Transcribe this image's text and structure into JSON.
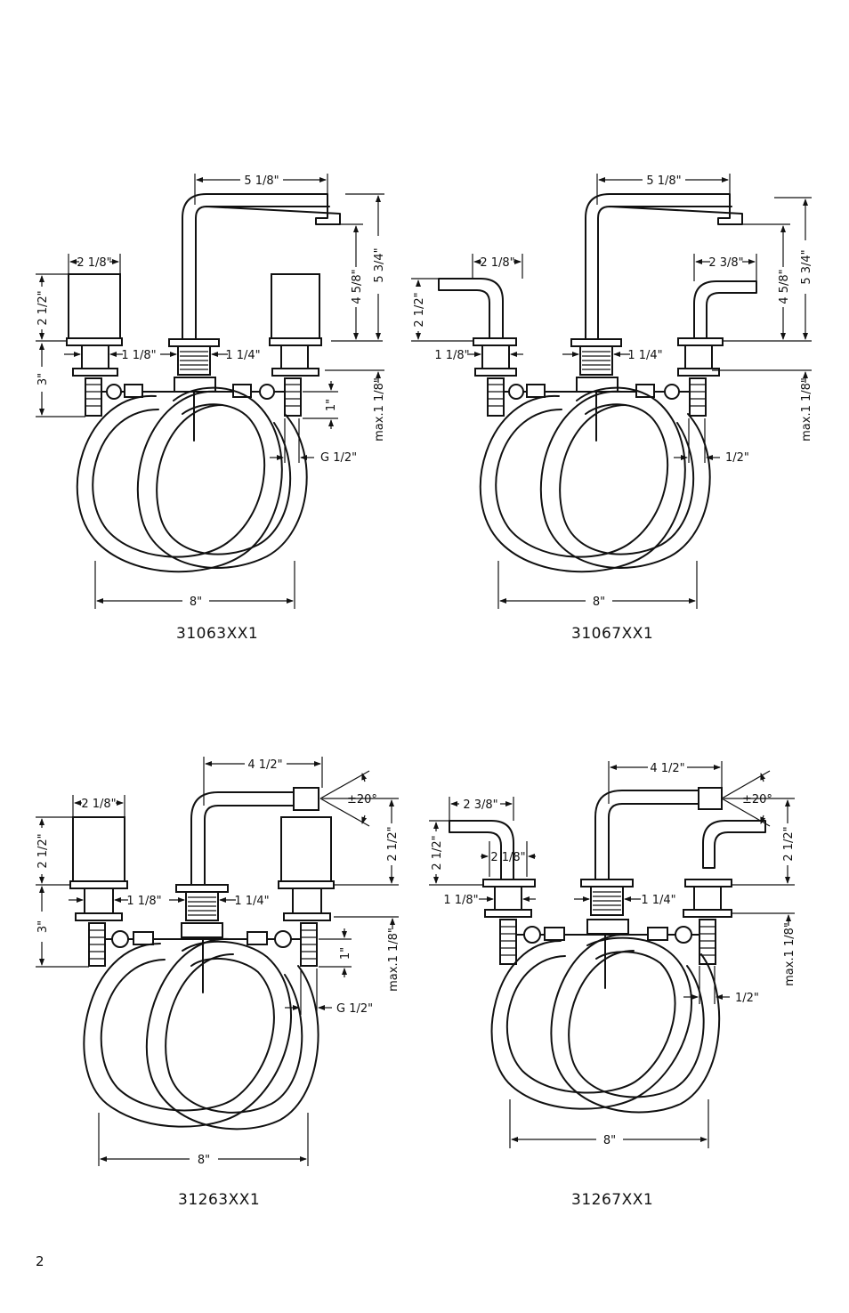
{
  "page_number": "2",
  "diagrams": [
    {
      "model": "31063XX1",
      "dims": {
        "spout_reach": "5 1/8\"",
        "handle_width": "2 1/8\"",
        "handle_height": "2 1/2\"",
        "spout_height": "4 5/8\"",
        "total_height": "5 3/4\"",
        "shank_handle": "1 1/8\"",
        "shank_spout": "1 1/4\"",
        "shank_length": "3\"",
        "connector": "1\"",
        "max_deck": "max.1 1/8\"",
        "thread": "G 1/2\"",
        "spread": "8\""
      }
    },
    {
      "model": "31067XX1",
      "dims": {
        "spout_reach": "5 1/8\"",
        "handle_width": "2 1/8\"",
        "handle_width_right": "2 3/8\"",
        "handle_height": "2 1/2\"",
        "spout_height": "4 5/8\"",
        "total_height": "5 3/4\"",
        "shank_handle": "1 1/8\"",
        "shank_spout": "1 1/4\"",
        "max_deck": "max.1 1/8\"",
        "thread": "1/2\"",
        "spread": "8\""
      }
    },
    {
      "model": "31263XX1",
      "dims": {
        "spout_reach": "4 1/2\"",
        "angle": "±20°",
        "handle_width": "2 1/8\"",
        "handle_height": "2 1/2\"",
        "spout_height": "2 1/2\"",
        "shank_handle": "1 1/8\"",
        "shank_spout": "1 1/4\"",
        "shank_length": "3\"",
        "connector": "1\"",
        "max_deck": "max.1 1/8\"",
        "thread": "G 1/2\"",
        "spread": "8\""
      }
    },
    {
      "model": "31267XX1",
      "dims": {
        "spout_reach": "4 1/2\"",
        "angle": "±20°",
        "handle_width_left": "2 3/8\"",
        "handle_width": "2 1/8\"",
        "handle_height": "2 1/2\"",
        "spout_height": "2 1/2\"",
        "shank_handle": "1 1/8\"",
        "shank_spout": "1 1/4\"",
        "max_deck": "max.1 1/8\"",
        "thread": "1/2\"",
        "spread": "8\""
      }
    }
  ]
}
